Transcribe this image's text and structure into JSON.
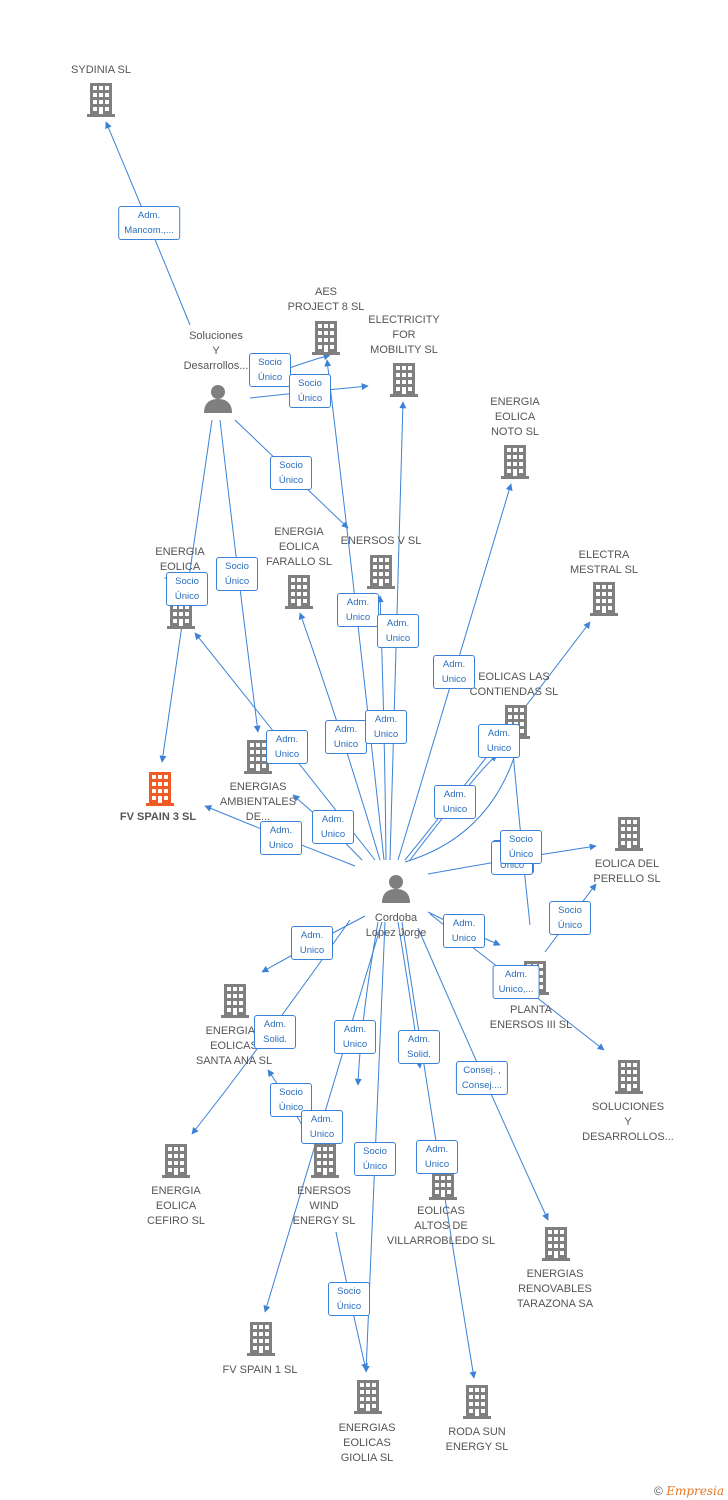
{
  "colors": {
    "edge": "#3b82d6",
    "building": "#7f7f7f",
    "focus_building": "#f15a22",
    "person": "#7f7f7f"
  },
  "nodes": [
    {
      "id": "sydinia",
      "type": "company",
      "label": "SYDINIA  SL"
    },
    {
      "id": "soluciones_person",
      "type": "person",
      "label": "Soluciones\nY\nDesarrollos..."
    },
    {
      "id": "aes",
      "type": "company",
      "label": "AES\nPROJECT 8  SL"
    },
    {
      "id": "electricity",
      "type": "company",
      "label": "ELECTRICITY\nFOR\nMOBILITY  SL"
    },
    {
      "id": "noto",
      "type": "company",
      "label": "ENERGIA\nEOLICA\nNOTO  SL"
    },
    {
      "id": "enersos_v",
      "type": "company",
      "label": "ENERSOS V SL"
    },
    {
      "id": "farallo",
      "type": "company",
      "label": "ENERGIA\nEOLICA\nFARALLO  SL"
    },
    {
      "id": "ter",
      "type": "company",
      "label": "ENERGIA\nEOLICA\nTER..."
    },
    {
      "id": "mestral",
      "type": "company",
      "label": "ELECTRA\nMESTRAL SL"
    },
    {
      "id": "contiendas",
      "type": "company",
      "label": "EOLICAS LAS\nCONTIENDAS SL"
    },
    {
      "id": "fvspain3",
      "type": "focus",
      "label": "FV SPAIN 3  SL"
    },
    {
      "id": "ambientales",
      "type": "company",
      "label": "ENERGIAS\nAMBIENTALES\nDE..."
    },
    {
      "id": "perello",
      "type": "company",
      "label": "EOLICA DEL\nPERELLO SL"
    },
    {
      "id": "cordoba",
      "type": "person",
      "label": "Cordoba\nLopez Jorge"
    },
    {
      "id": "planta",
      "type": "company",
      "label": "PLANTA\nENERSOS III SL"
    },
    {
      "id": "santaana",
      "type": "company",
      "label": "ENERGIAS\nEOLICAS\nSANTA ANA SL"
    },
    {
      "id": "soluciones_co",
      "type": "company",
      "label": "SOLUCIONES\nY\nDESARROLLOS..."
    },
    {
      "id": "cefiro",
      "type": "company",
      "label": "ENERGIA\nEOLICA\nCEFIRO  SL"
    },
    {
      "id": "wind",
      "type": "company",
      "label": "ENERSOS\nWIND\nENERGY  SL"
    },
    {
      "id": "villarrobledo",
      "type": "company",
      "label": "EOLICAS\nALTOS DE\nVILLARROBLEDO SL"
    },
    {
      "id": "tarazona",
      "type": "company",
      "label": "ENERGIAS\nRENOVABLES\nTARAZONA SA"
    },
    {
      "id": "fvspain1",
      "type": "company",
      "label": "FV SPAIN 1  SL"
    },
    {
      "id": "giolia",
      "type": "company",
      "label": "ENERGIAS\nEOLICAS\nGIOLIA SL"
    },
    {
      "id": "rodasun",
      "type": "company",
      "label": "RODA SUN\nENERGY SL"
    }
  ],
  "edge_labels": [
    "Adm.\nMancom.,...",
    "Socio\nÚnico",
    "Socio\nÚnico",
    "Socio\nÚnico",
    "Socio\nÚnico",
    "Socio\nÚnico",
    "Adm.\nUnico",
    "Adm.\nUnico",
    "Adm.\nUnico",
    "Adm.\nUnico",
    "Adm.\nUnico",
    "Adm.\nUnico",
    "Adm.\nUnico",
    "Adm.\nUnico",
    "Adm.\nUnico",
    "Adm.\nUnico",
    "Adm.\nUnico",
    "Adm.\nUnico",
    "Socio\nÚnico",
    "Socio\nÚnico",
    "Adm.\nUnico",
    "Adm.\nUnico,...",
    "Adm.\nUnico",
    "Adm.\nSolid.",
    "Adm.\nUnico",
    "Adm.\nSolid.",
    "Consej. ,\nConsej....",
    "Socio\nÚnico",
    "Adm.\nUnico",
    "Socio\nÚnico",
    "Adm.\nUnico",
    "Socio\nÚnico"
  ],
  "footer": {
    "copyright": "©",
    "brand": "Empresia"
  }
}
